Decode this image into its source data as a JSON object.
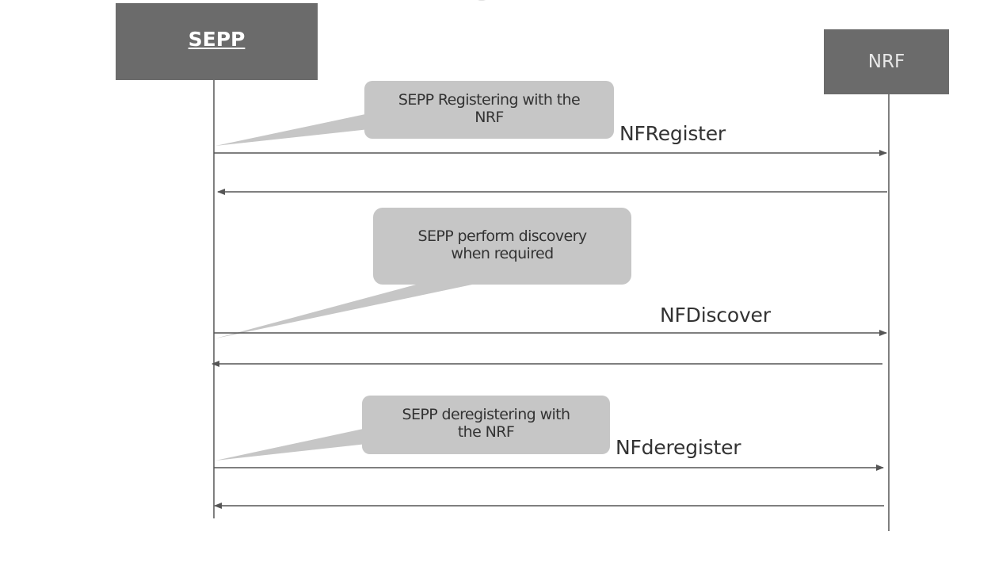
{
  "participants": {
    "left": {
      "label": "SEPP"
    },
    "right": {
      "label": "NRF"
    }
  },
  "notes": [
    {
      "id": "register",
      "text_lines": [
        "SEPP Registering with the",
        "NRF"
      ]
    },
    {
      "id": "discovery",
      "text_lines": [
        "SEPP perform discovery",
        "when required"
      ]
    },
    {
      "id": "deregister",
      "text_lines": [
        "SEPP deregistering with",
        "the NRF"
      ]
    }
  ],
  "messages": [
    {
      "id": "nf-register",
      "label": "NFRegister",
      "direction": "to-right"
    },
    {
      "id": "nf-register-response",
      "label": "",
      "direction": "to-left"
    },
    {
      "id": "nf-discover",
      "label": "NFDiscover",
      "direction": "to-right"
    },
    {
      "id": "nf-discover-response",
      "label": "",
      "direction": "to-left"
    },
    {
      "id": "nf-deregister",
      "label": "NFderegister",
      "direction": "to-right"
    },
    {
      "id": "nf-deregister-response",
      "label": "",
      "direction": "to-left"
    }
  ],
  "colors": {
    "participant_fill": "#6b6b6b",
    "note_fill": "#c6c6c6",
    "line": "#555555",
    "text": "#333333"
  }
}
